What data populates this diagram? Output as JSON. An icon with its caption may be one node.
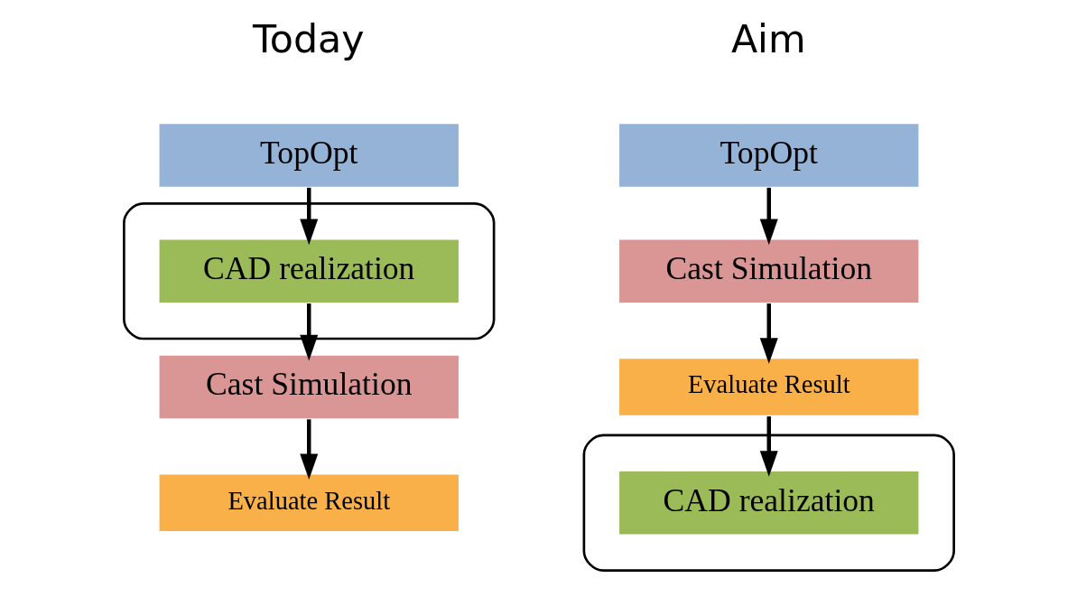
{
  "diagram": {
    "nodes": [
      {
        "text": [
          "TopOpt"
        ]
      },
      {
        "text": [],
        "shape": "ellipse"
      },
      {
        "text": [
          "CAD realization"
        ],
        "in": 1
      },
      {
        "text": [
          "Cast Simulation"
        ]
      },
      {
        "text": [
          "Evaluate Result"
        ]
      },
      {
        "text": [
          "TopOpt"
        ]
      },
      {
        "text": [
          "Cast Simulation"
        ]
      },
      {
        "text": [
          "Evaluate Result"
        ]
      },
      {
        "text": [],
        "shape": "ellipse"
      },
      {
        "text": [
          "CAD realization"
        ],
        "in": 8
      }
    ],
    "edges": [
      {
        "from": 0,
        "to": 2,
        "arrow": "to"
      },
      {
        "from": 2,
        "to": 3,
        "arrow": "to"
      },
      {
        "from": 3,
        "to": 4,
        "arrow": "to"
      },
      {
        "from": 5,
        "to": 6,
        "arrow": "to"
      },
      {
        "from": 6,
        "to": 7,
        "arrow": "to"
      },
      {
        "from": 7,
        "to": 9,
        "arrow": "to"
      }
    ],
    "labels": [
      "Today",
      "Aim"
    ]
  }
}
